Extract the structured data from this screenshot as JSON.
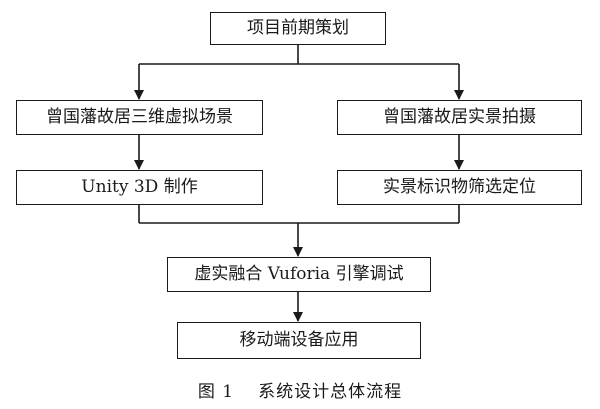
{
  "nodes": {
    "project_planning": "项目前期策划",
    "virtual_scene": "曾国藩故居三维虚拟场景",
    "real_scene_shoot": "曾国藩故居实景拍摄",
    "unity_production": "Unity 3D 制作",
    "marker_selection": "实景标识物筛选定位",
    "vuforia_debug": "虚实融合 Vuforia 引擎调试",
    "mobile_application": "移动端设备应用"
  },
  "caption": {
    "figure_number": "图 1",
    "title": "系统设计总体流程"
  }
}
